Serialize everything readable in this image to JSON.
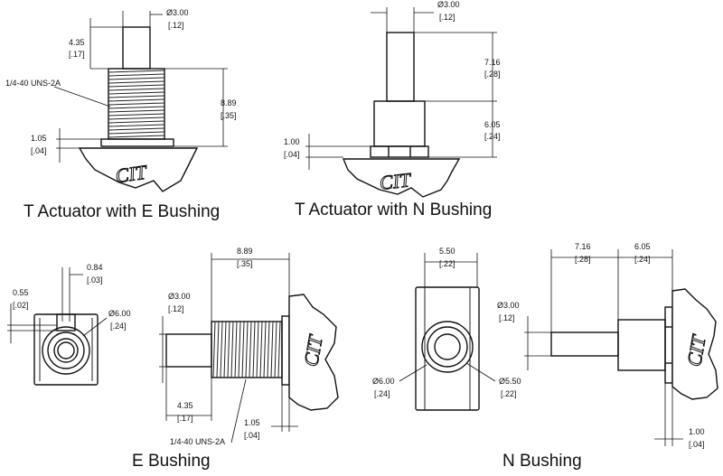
{
  "captions": {
    "t_e": "T Actuator with E Bushing",
    "t_n": "T Actuator with N Bushing",
    "e": "E Bushing",
    "n": "N Bushing"
  },
  "logo": "CIT",
  "dims": {
    "te_dia_mm": "Ø3.00",
    "te_dia_in": "[.12]",
    "te_435_mm": "4.35",
    "te_435_in": "[.17]",
    "te_thread": "1/4-40 UNS-2A",
    "te_889_mm": "8.89",
    "te_889_in": "[.35]",
    "te_105_mm": "1.05",
    "te_105_in": "[.04]",
    "tn_dia_mm": "Ø3.00",
    "tn_dia_in": "[.12]",
    "tn_716_mm": "7.16",
    "tn_716_in": "[.28]",
    "tn_605_mm": "6.05",
    "tn_605_in": "[.24]",
    "tn_100_mm": "1.00",
    "tn_100_in": "[.04]",
    "ef_084_mm": "0.84",
    "ef_084_in": "[.03]",
    "ef_055_mm": "0.55",
    "ef_055_in": "[.02]",
    "ef_600_mm": "Ø6.00",
    "ef_600_in": "[.24]",
    "es_889_mm": "8.89",
    "es_889_in": "[.35]",
    "es_dia_mm": "Ø3.00",
    "es_dia_in": "[.12]",
    "es_435_mm": "4.35",
    "es_435_in": "[.17]",
    "es_105_mm": "1.05",
    "es_105_in": "[.04]",
    "es_thread": "1/4-40 UNS-2A",
    "nf_550_mm": "5.50",
    "nf_550_in": "[.22]",
    "nf_600_mm": "Ø6.00",
    "nf_600_in": "[.24]",
    "nf_d550_mm": "Ø5.50",
    "nf_d550_in": "[.22]",
    "ns_716_mm": "7.16",
    "ns_716_in": "[.28]",
    "ns_605_mm": "6.05",
    "ns_605_in": "[.24]",
    "ns_dia_mm": "Ø3.00",
    "ns_dia_in": "[.12]",
    "ns_100_mm": "1.00",
    "ns_100_in": "[.04]"
  }
}
